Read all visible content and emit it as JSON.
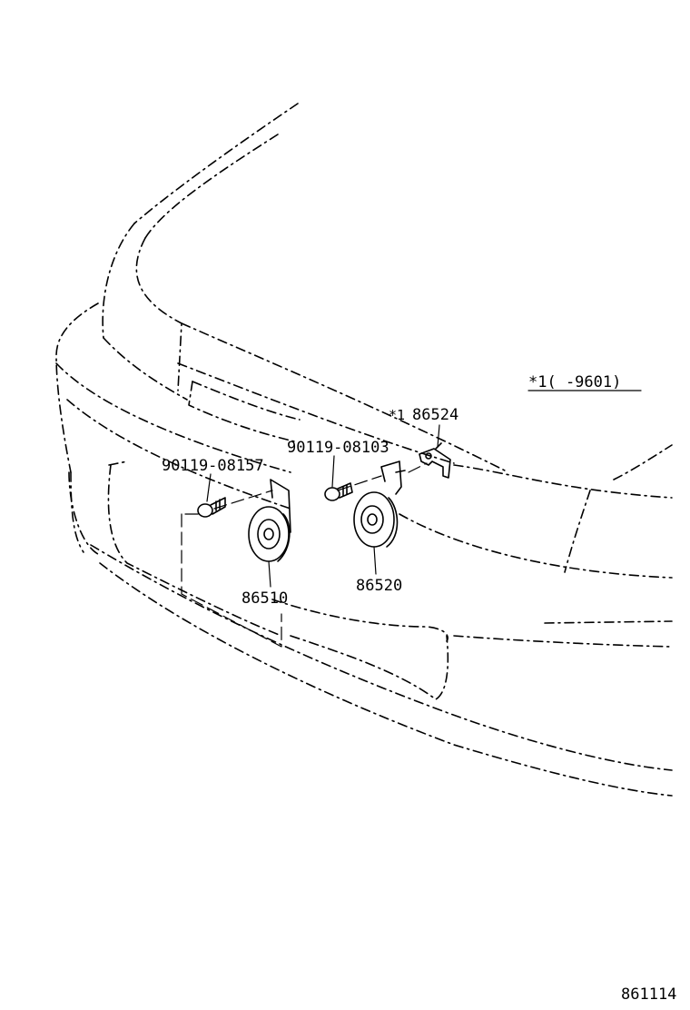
{
  "labels": {
    "note": "*1(      -9601)",
    "bracket_note_marker": "*1",
    "bracket_part": "86524",
    "bolt_right": "90119-08103",
    "bolt_left": "90119-08157",
    "horn_left": "86510",
    "horn_right": "86520",
    "diagram_id": "861114"
  }
}
